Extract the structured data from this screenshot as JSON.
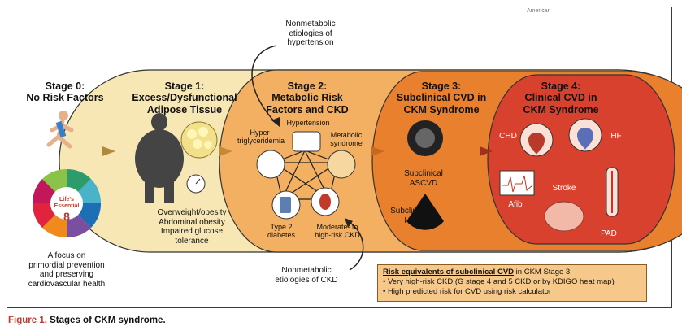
{
  "caption": {
    "figure_label": "Figure 1.",
    "text": "Stages of CKM syndrome."
  },
  "logo_text": "American",
  "stages": [
    {
      "id": "stage0",
      "title_line1": "Stage 0:",
      "title_line2": "No Risk Factors",
      "note_lines": [
        "A focus on",
        "primordial prevention",
        "and preserving",
        "cardiovascular health"
      ]
    },
    {
      "id": "stage1",
      "title_line1": "Stage 1:",
      "title_line2": "Excess/Dysfunctional",
      "title_line3": "Adipose Tissue",
      "note_lines": [
        "Overweight/obesity",
        "Abdominal obesity",
        "Impaired glucose",
        "tolerance"
      ]
    },
    {
      "id": "stage2",
      "title_line1": "Stage 2:",
      "title_line2": "Metabolic Risk",
      "title_line3": "Factors and CKD",
      "labels": {
        "hypertension": "Hypertension",
        "hypertrig_1": "Hyper-",
        "hypertrig_2": "triglyceridemia",
        "metsyn_1": "Metabolic",
        "metsyn_2": "syndrome",
        "t2d_1": "Type 2",
        "t2d_2": "diabetes",
        "ckd_1": "Moderate- to",
        "ckd_2": "high-risk CKD"
      }
    },
    {
      "id": "stage3",
      "title_line1": "Stage 3:",
      "title_line2": "Subclinical CVD in",
      "title_line3": "CKM Syndrome",
      "labels": {
        "ascvd_1": "Subclinical",
        "ascvd_2": "ASCVD",
        "hf_1": "Subclinical",
        "hf_2": "HF"
      }
    },
    {
      "id": "stage4",
      "title_line1": "Stage 4:",
      "title_line2": "Clinical CVD in",
      "title_line3": "CKM Syndrome",
      "labels": {
        "chd": "CHD",
        "hf": "HF",
        "stroke": "Stroke",
        "afib": "Afib",
        "pad": "PAD"
      }
    }
  ],
  "annotations": {
    "top_1": "Nonmetabolic",
    "top_2": "etiologies of",
    "top_3": "hypertension",
    "bottom_1": "Nonmetabolic",
    "bottom_2": "etiologies of CKD"
  },
  "life_essential": {
    "line1": "Life's",
    "line2": "Essential",
    "number": "8"
  },
  "risk_box": {
    "heading_underlined": "Risk equivalents of subclinical CVD",
    "heading_rest": " in CKM Stage 3:",
    "items": [
      "• Very high-risk CKD (G stage 4 and 5 CKD or by KDIGO heat map)",
      "• High predicted risk for CVD using risk calculator"
    ]
  },
  "colors": {
    "stage1_fill": "#f7e7b4",
    "stage2_fill": "#f4b062",
    "stage3_fill": "#e8802e",
    "stage4_fill": "#d9412f",
    "caption_accent": "#c0392b"
  }
}
